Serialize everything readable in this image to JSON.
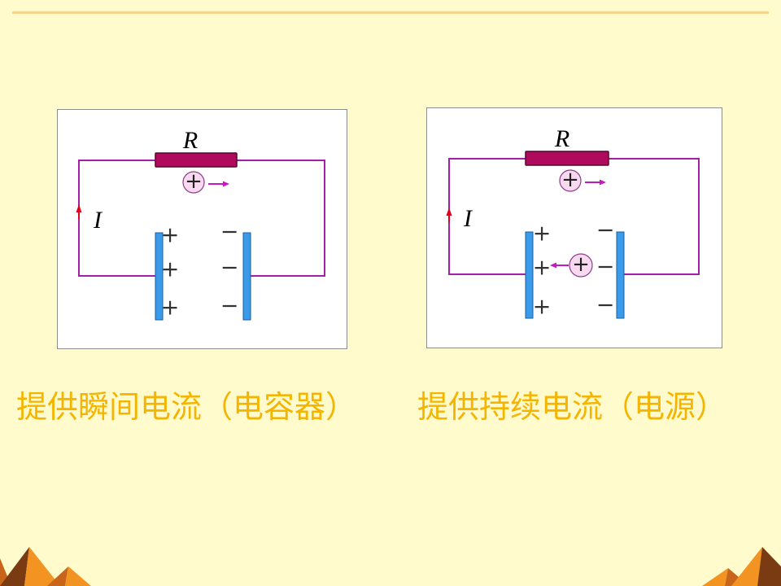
{
  "colors": {
    "background": "#FFFBCD",
    "top_rule": "#F7D58C",
    "caption": "#F4B400",
    "wire": "#A31FA8",
    "resistor": "#B00A5C",
    "capacitor_plate": "#3A9BEA",
    "current_arrow": "#E0001A",
    "charge_fill": "#F7D9F0",
    "charge_arrow": "#C21BC2",
    "decoration_light": "#F39322",
    "decoration_mid": "#C8651A",
    "decoration_dark": "#7A3A12"
  },
  "icons": {
    "current_direction": "arrow-up-icon",
    "charge": "positive-charge-icon",
    "charge_motion_right": "arrow-right-icon",
    "charge_motion_left": "arrow-left-icon"
  },
  "circuits": [
    {
      "resistor_label": "R",
      "current_label": "I",
      "moving_charge_symbol": "+",
      "positive_plate_signs": [
        "+",
        "+",
        "+"
      ],
      "negative_plate_signs": [
        "−",
        "−",
        "−"
      ],
      "caption": "提供瞬间电流（电容器）"
    },
    {
      "resistor_label": "R",
      "current_label": "I",
      "moving_charge_symbol": "+",
      "internal_charge_symbol": "+",
      "positive_plate_signs": [
        "+",
        "+",
        "+"
      ],
      "negative_plate_signs": [
        "−",
        "−",
        "−"
      ],
      "caption": "提供持续电流（电源）"
    }
  ]
}
